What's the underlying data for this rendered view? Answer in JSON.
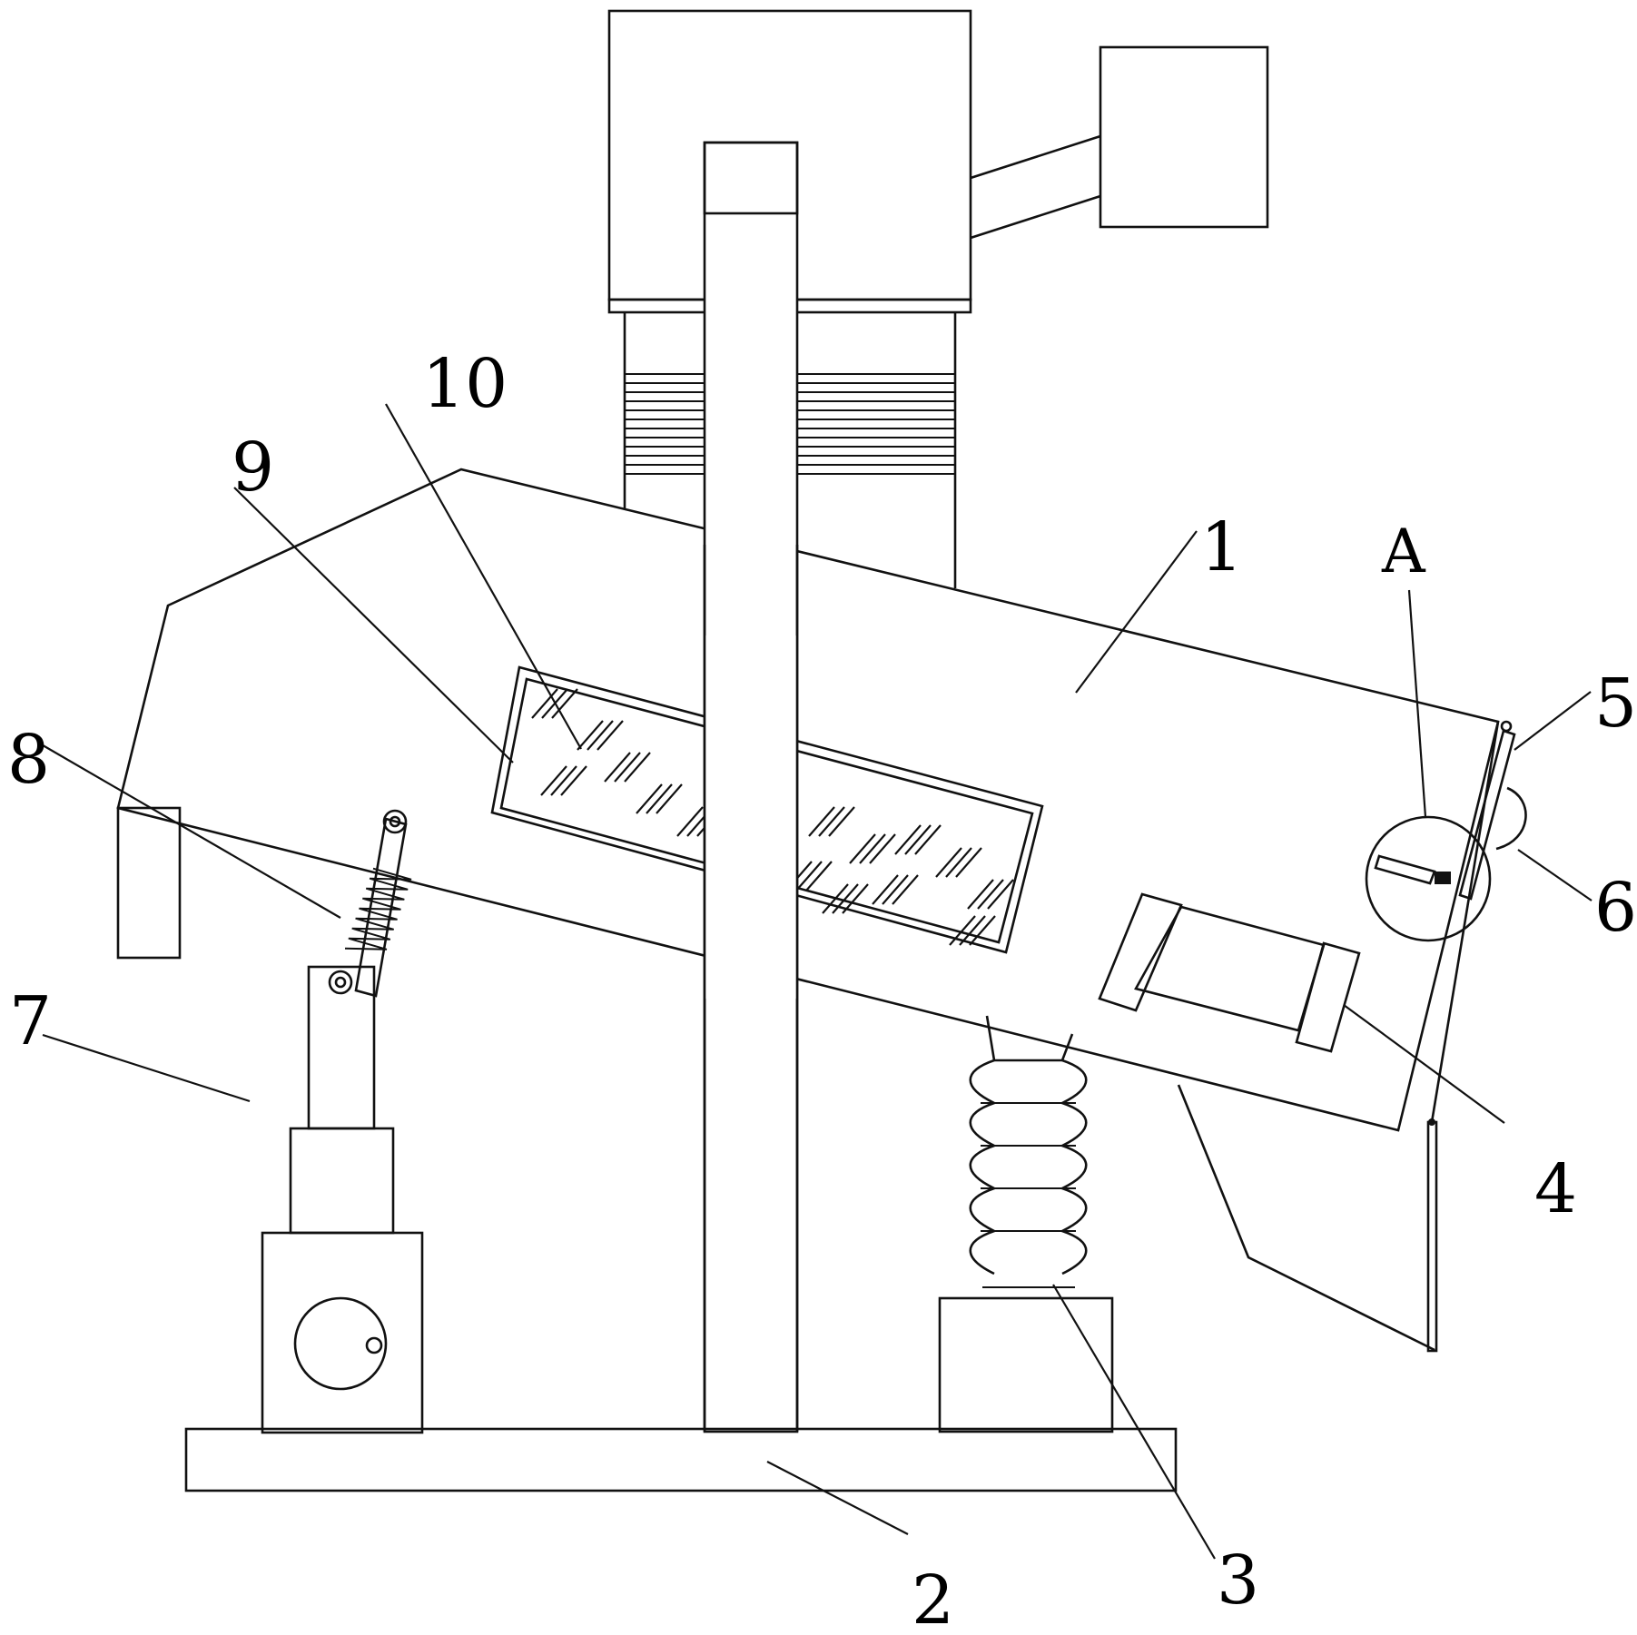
{
  "figure": {
    "type": "patent mechanical drawing (side elevation)",
    "callouts": [
      {
        "id": "1",
        "label": "1",
        "part": "main screening body (inclined box)"
      },
      {
        "id": "2",
        "label": "2",
        "part": "base plate"
      },
      {
        "id": "3",
        "label": "3",
        "part": "bellows damping column on pedestal"
      },
      {
        "id": "4",
        "label": "4",
        "part": "side cylinder / drive unit"
      },
      {
        "id": "5",
        "label": "5",
        "part": "discharge flap plate"
      },
      {
        "id": "6",
        "label": "6",
        "part": "flap hinge ring"
      },
      {
        "id": "7",
        "label": "7",
        "part": "eccentric drive / lifting box"
      },
      {
        "id": "8",
        "label": "8",
        "part": "spring shock-absorber strut"
      },
      {
        "id": "9",
        "label": "9",
        "part": "observation window frame"
      },
      {
        "id": "10",
        "label": "10",
        "part": "glass pane (hatched)"
      },
      {
        "id": "A",
        "label": "A",
        "part": "detail view circle"
      }
    ]
  }
}
